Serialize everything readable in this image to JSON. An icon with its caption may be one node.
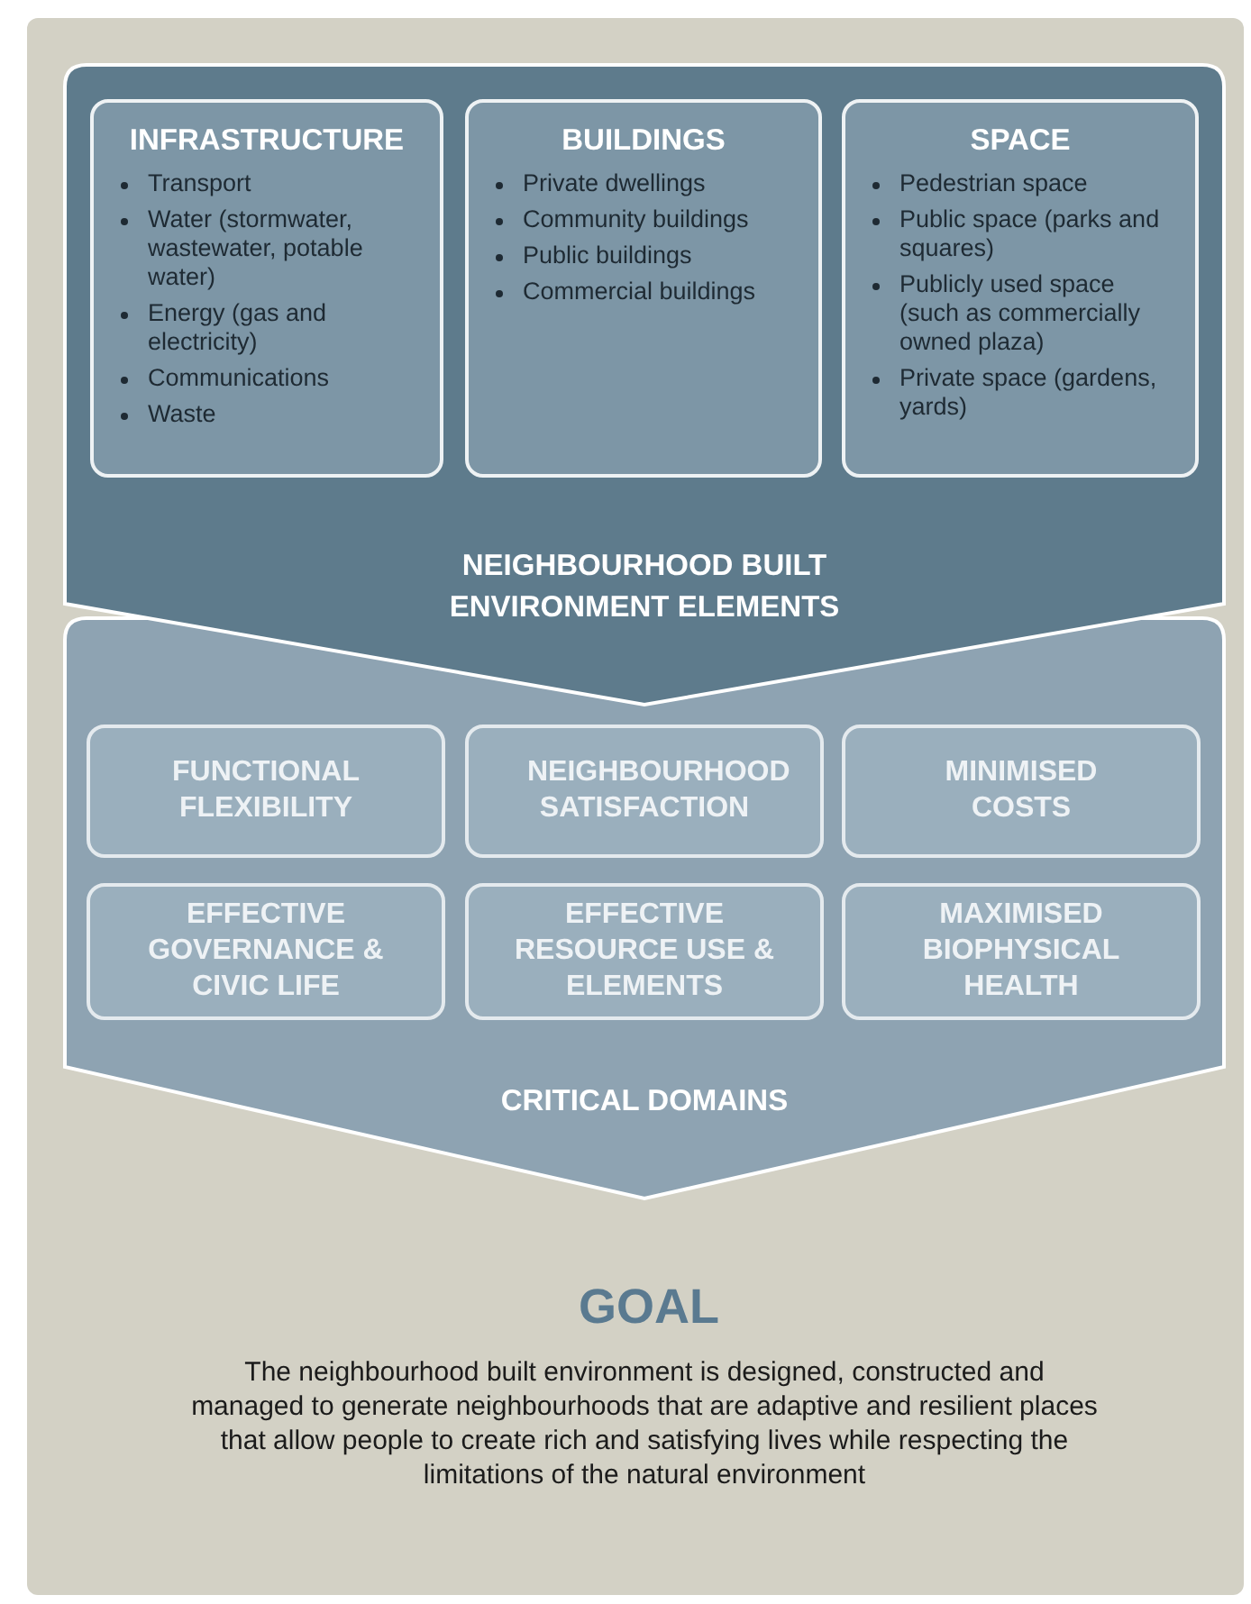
{
  "diagram": {
    "nodes": [
      {
        "text": [
          "NEIGHBOURHOOD BUILT ENVIRONMENT ELEMENTS"
        ]
      },
      {
        "text": [
          "INFRASTRUCTURE",
          "Transport",
          "Water (stormwater, wastewater, potable water)",
          "Energy (gas and electricity)",
          "Communications",
          "Waste"
        ],
        "in": 0
      },
      {
        "text": [
          "BUILDINGS",
          "Private dwellings",
          "Community buildings",
          "Public buildings",
          "Commercial buildings"
        ],
        "in": 0
      },
      {
        "text": [
          "SPACE",
          "Pedestrian space",
          "Public space (parks and squares)",
          "Publicly used space (such as commercially owned plaza)",
          "Private space (gardens, yards)"
        ],
        "in": 0
      },
      {
        "text": [
          "CRITICAL DOMAINS"
        ]
      },
      {
        "text": [
          "FUNCTIONAL FLEXIBILITY"
        ],
        "in": 4
      },
      {
        "text": [
          "NEIGHBOURHOOD SATISFACTION"
        ],
        "in": 4
      },
      {
        "text": [
          "MINIMISED COSTS"
        ],
        "in": 4
      },
      {
        "text": [
          "EFFECTIVE GOVERNANCE & CIVIC LIFE"
        ],
        "in": 4
      },
      {
        "text": [
          "EFFECTIVE RESOURCE USE & ELEMENTS"
        ],
        "in": 4
      },
      {
        "text": [
          "MAXIMISED BIOPHYSICAL HEALTH"
        ],
        "in": 4
      },
      {
        "text": [
          "GOAL",
          "The neighbourhood built environment is designed, constructed and managed to generate neighbourhoods that are adaptive and resilient places that allow people to create rich and satisfying lives while respecting the limitations of the natural environment"
        ]
      }
    ]
  }
}
